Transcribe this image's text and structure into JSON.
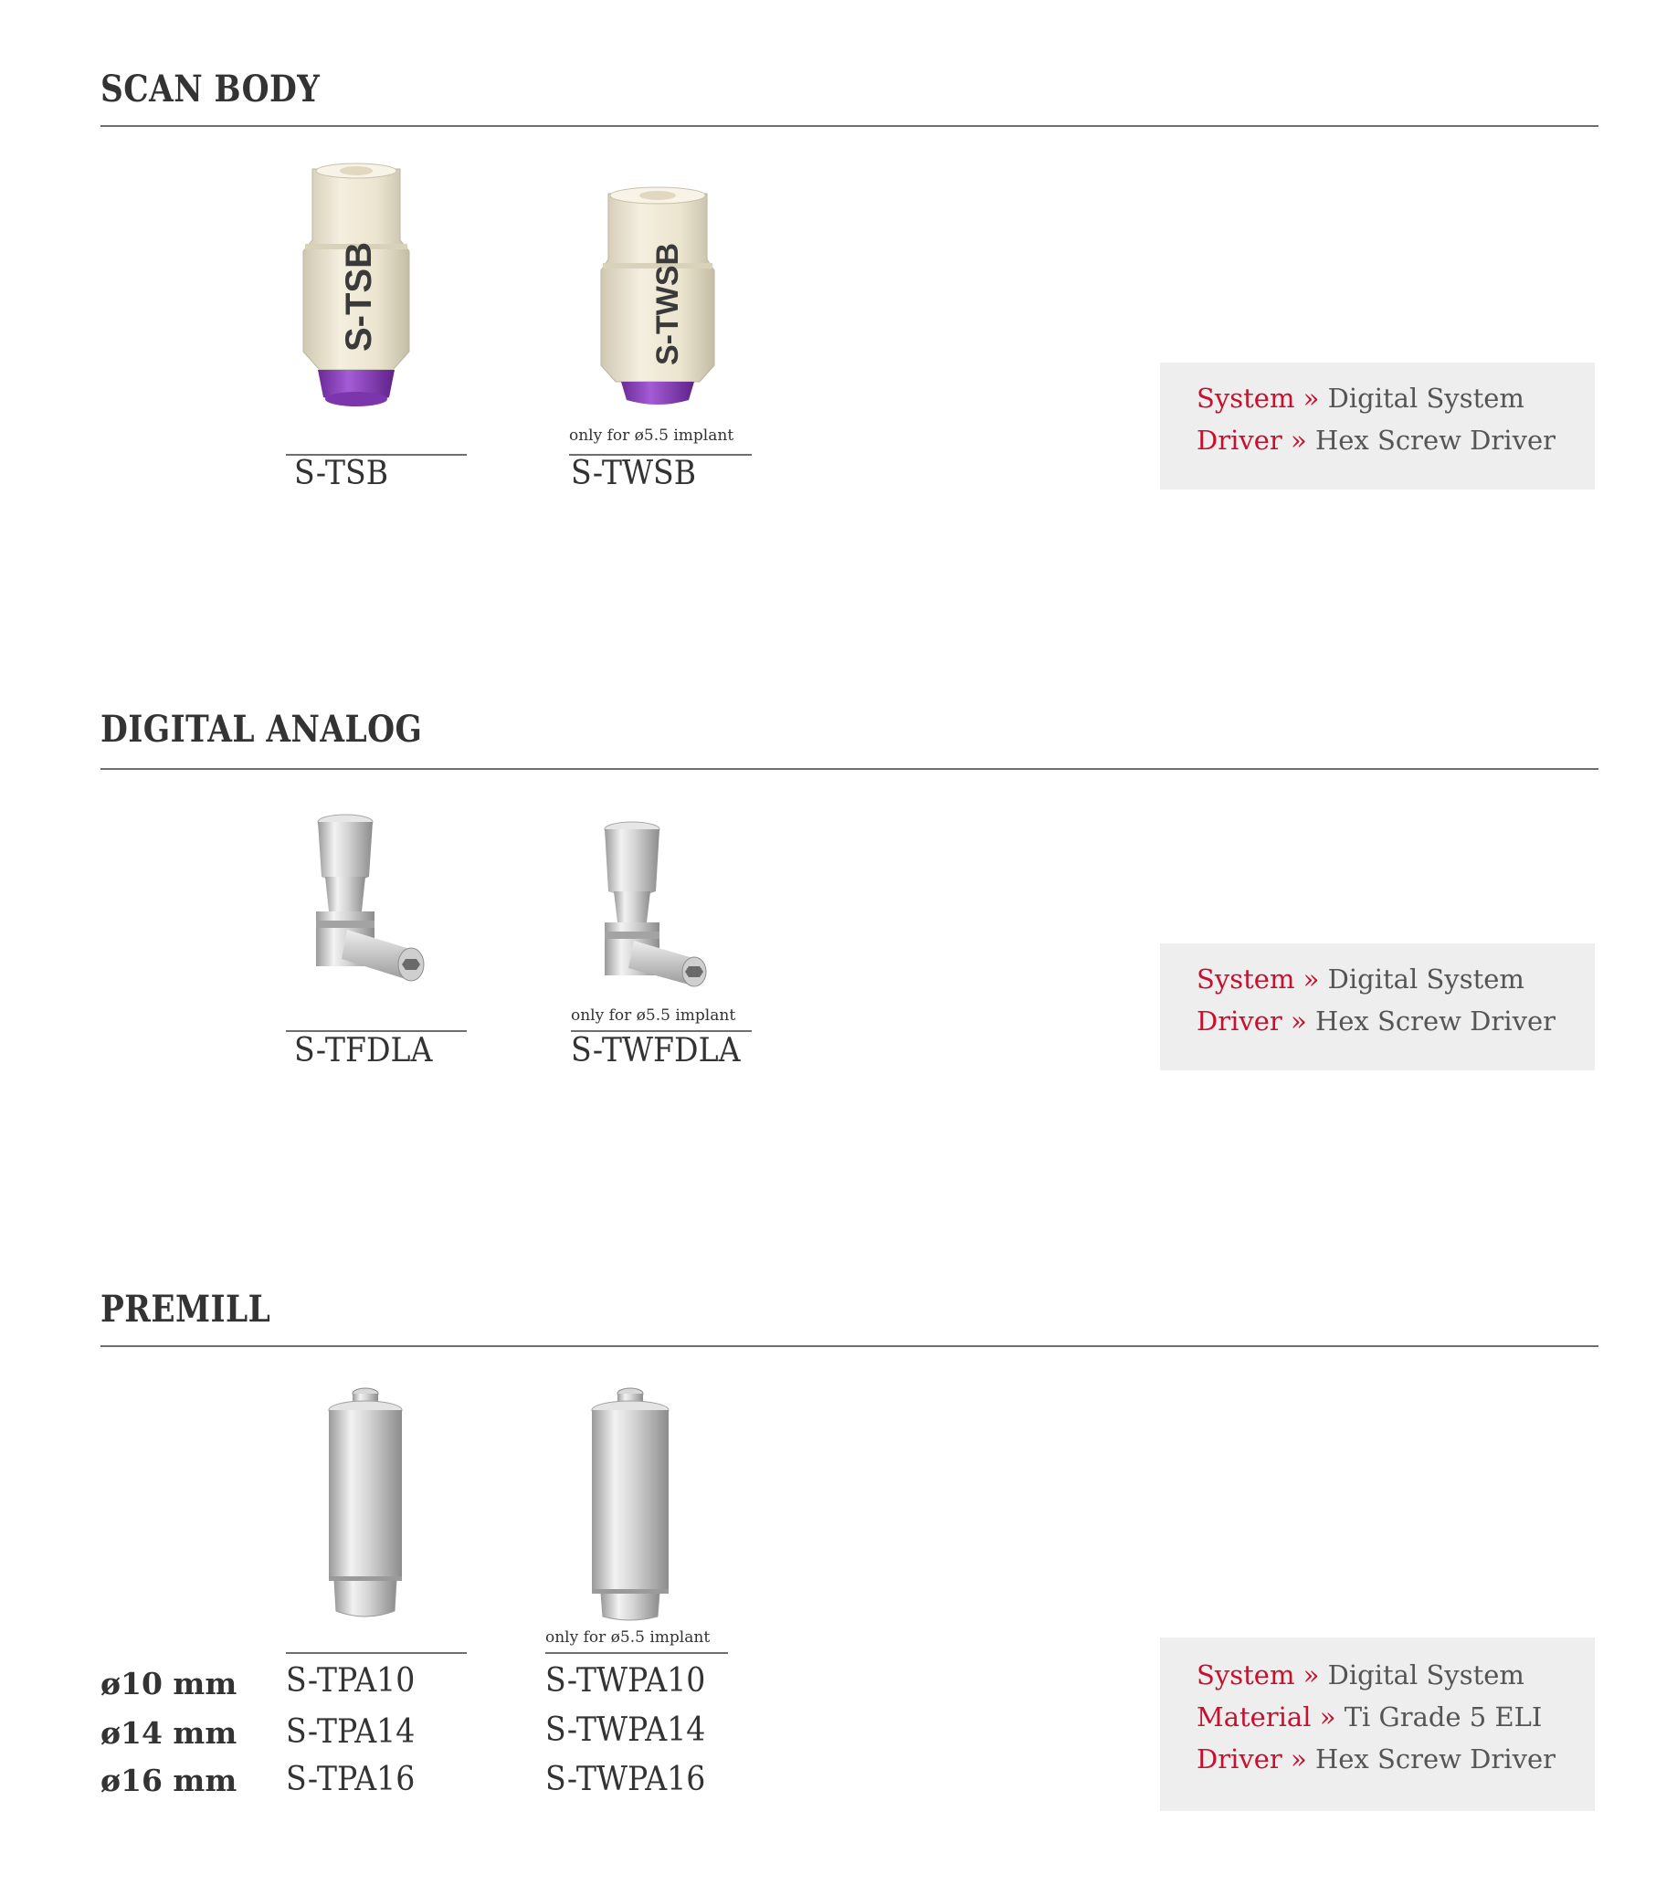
{
  "sections": [
    {
      "title": "SCAN BODY",
      "products": [
        {
          "code": "S-TSB",
          "note": "",
          "image_label": "S-TSB"
        },
        {
          "code": "S-TWSB",
          "note": "only for ø5.5 implant",
          "image_label": "S-TWSB"
        }
      ],
      "info": [
        {
          "key": "System",
          "sep": "»",
          "value": "Digital System"
        },
        {
          "key": "Driver",
          "sep": "»",
          "value": "Hex Screw Driver"
        }
      ]
    },
    {
      "title": "DIGITAL ANALOG",
      "products": [
        {
          "code": "S-TFDLA",
          "note": ""
        },
        {
          "code": "S-TWFDLA",
          "note": "only for ø5.5 implant"
        }
      ],
      "info": [
        {
          "key": "System",
          "sep": "»",
          "value": "Digital System"
        },
        {
          "key": "Driver",
          "sep": "»",
          "value": "Hex Screw Driver"
        }
      ]
    },
    {
      "title": "PREMILL",
      "diameters": [
        "ø10 mm",
        "ø14 mm",
        "ø16 mm"
      ],
      "products": [
        {
          "codes": [
            "S-TPA10",
            "S-TPA14",
            "S-TPA16"
          ],
          "note": ""
        },
        {
          "codes": [
            "S-TWPA10",
            "S-TWPA14",
            "S-TWPA16"
          ],
          "note": "only for ø5.5 implant"
        }
      ],
      "info": [
        {
          "key": "System",
          "sep": "»",
          "value": "Digital System"
        },
        {
          "key": "Material",
          "sep": "»",
          "value": "Ti Grade 5 ELI"
        },
        {
          "key": "Driver",
          "sep": "»",
          "value": "Hex Screw Driver"
        }
      ]
    }
  ],
  "colors": {
    "accent": "#c8102e",
    "text": "#333333",
    "info_bg": "#eeeeee",
    "scanbody_body": "#ece5d2",
    "scanbody_base": "#8e3fbf",
    "metal": "#c8c8c8"
  }
}
